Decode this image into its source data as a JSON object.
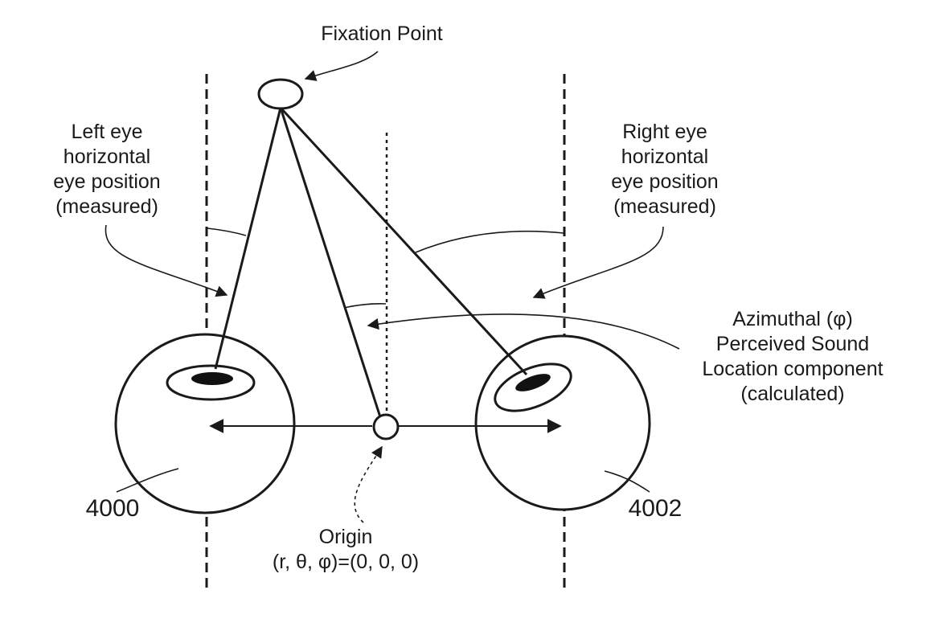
{
  "labels": {
    "fixation_point": "Fixation Point",
    "left_eye": [
      "Left eye",
      "horizontal",
      "eye position",
      "(measured)"
    ],
    "right_eye": [
      "Right eye",
      "horizontal",
      "eye position",
      "(measured)"
    ],
    "azimuthal": [
      "Azimuthal (φ)",
      "Perceived Sound",
      "Location component",
      "(calculated)"
    ],
    "origin": [
      "Origin",
      "(r, θ, φ)=(0, 0, 0)"
    ],
    "left_eye_ref": "4000",
    "right_eye_ref": "4002"
  },
  "colors": {
    "ink": "#1a1a1a",
    "background": "#ffffff"
  }
}
